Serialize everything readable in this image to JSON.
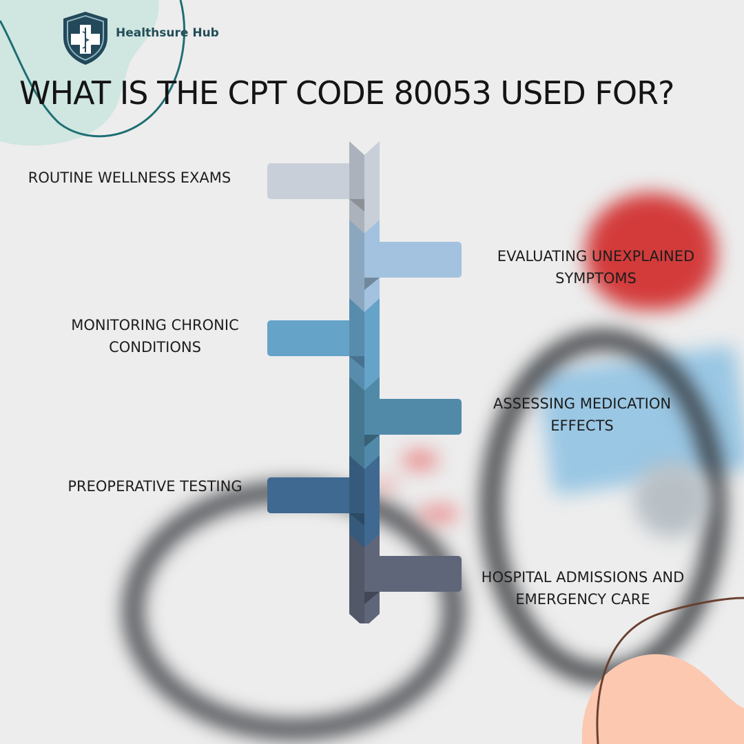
{
  "brand": {
    "name": "Healthsure Hub",
    "logo_icon": "shield-caduceus-icon",
    "colors": {
      "primary": "#22485a",
      "accent": "#1f7a7a"
    }
  },
  "title": "WHAT IS THE CPT CODE 80053 USED FOR?",
  "steps": [
    {
      "lines": [
        "ROUTINE WELLNESS EXAMS"
      ],
      "side": "left",
      "color": "#c8cfd9"
    },
    {
      "lines": [
        "EVALUATING UNEXPLAINED",
        "SYMPTOMS"
      ],
      "side": "right",
      "color": "#a2c2df"
    },
    {
      "lines": [
        "MONITORING CHRONIC",
        "CONDITIONS"
      ],
      "side": "left",
      "color": "#65a3c9"
    },
    {
      "lines": [
        "ASSESSING MEDICATION",
        "EFFECTS"
      ],
      "side": "right",
      "color": "#518aa9"
    },
    {
      "lines": [
        "PREOPERATIVE TESTING"
      ],
      "side": "left",
      "color": "#3f6990"
    },
    {
      "lines": [
        "HOSPITAL ADMISSIONS AND",
        "EMERGENCY CARE"
      ],
      "side": "right",
      "color": "#5f6679"
    }
  ],
  "decor": {
    "mint_blob_color": "#cfe6e1",
    "teal_line_color": "#1e6e72",
    "peach_blob_color": "#fcc8b0",
    "brown_line_color": "#6a4030",
    "heart_color": "#d93a3a",
    "mask_color": "#8ec0e0"
  }
}
